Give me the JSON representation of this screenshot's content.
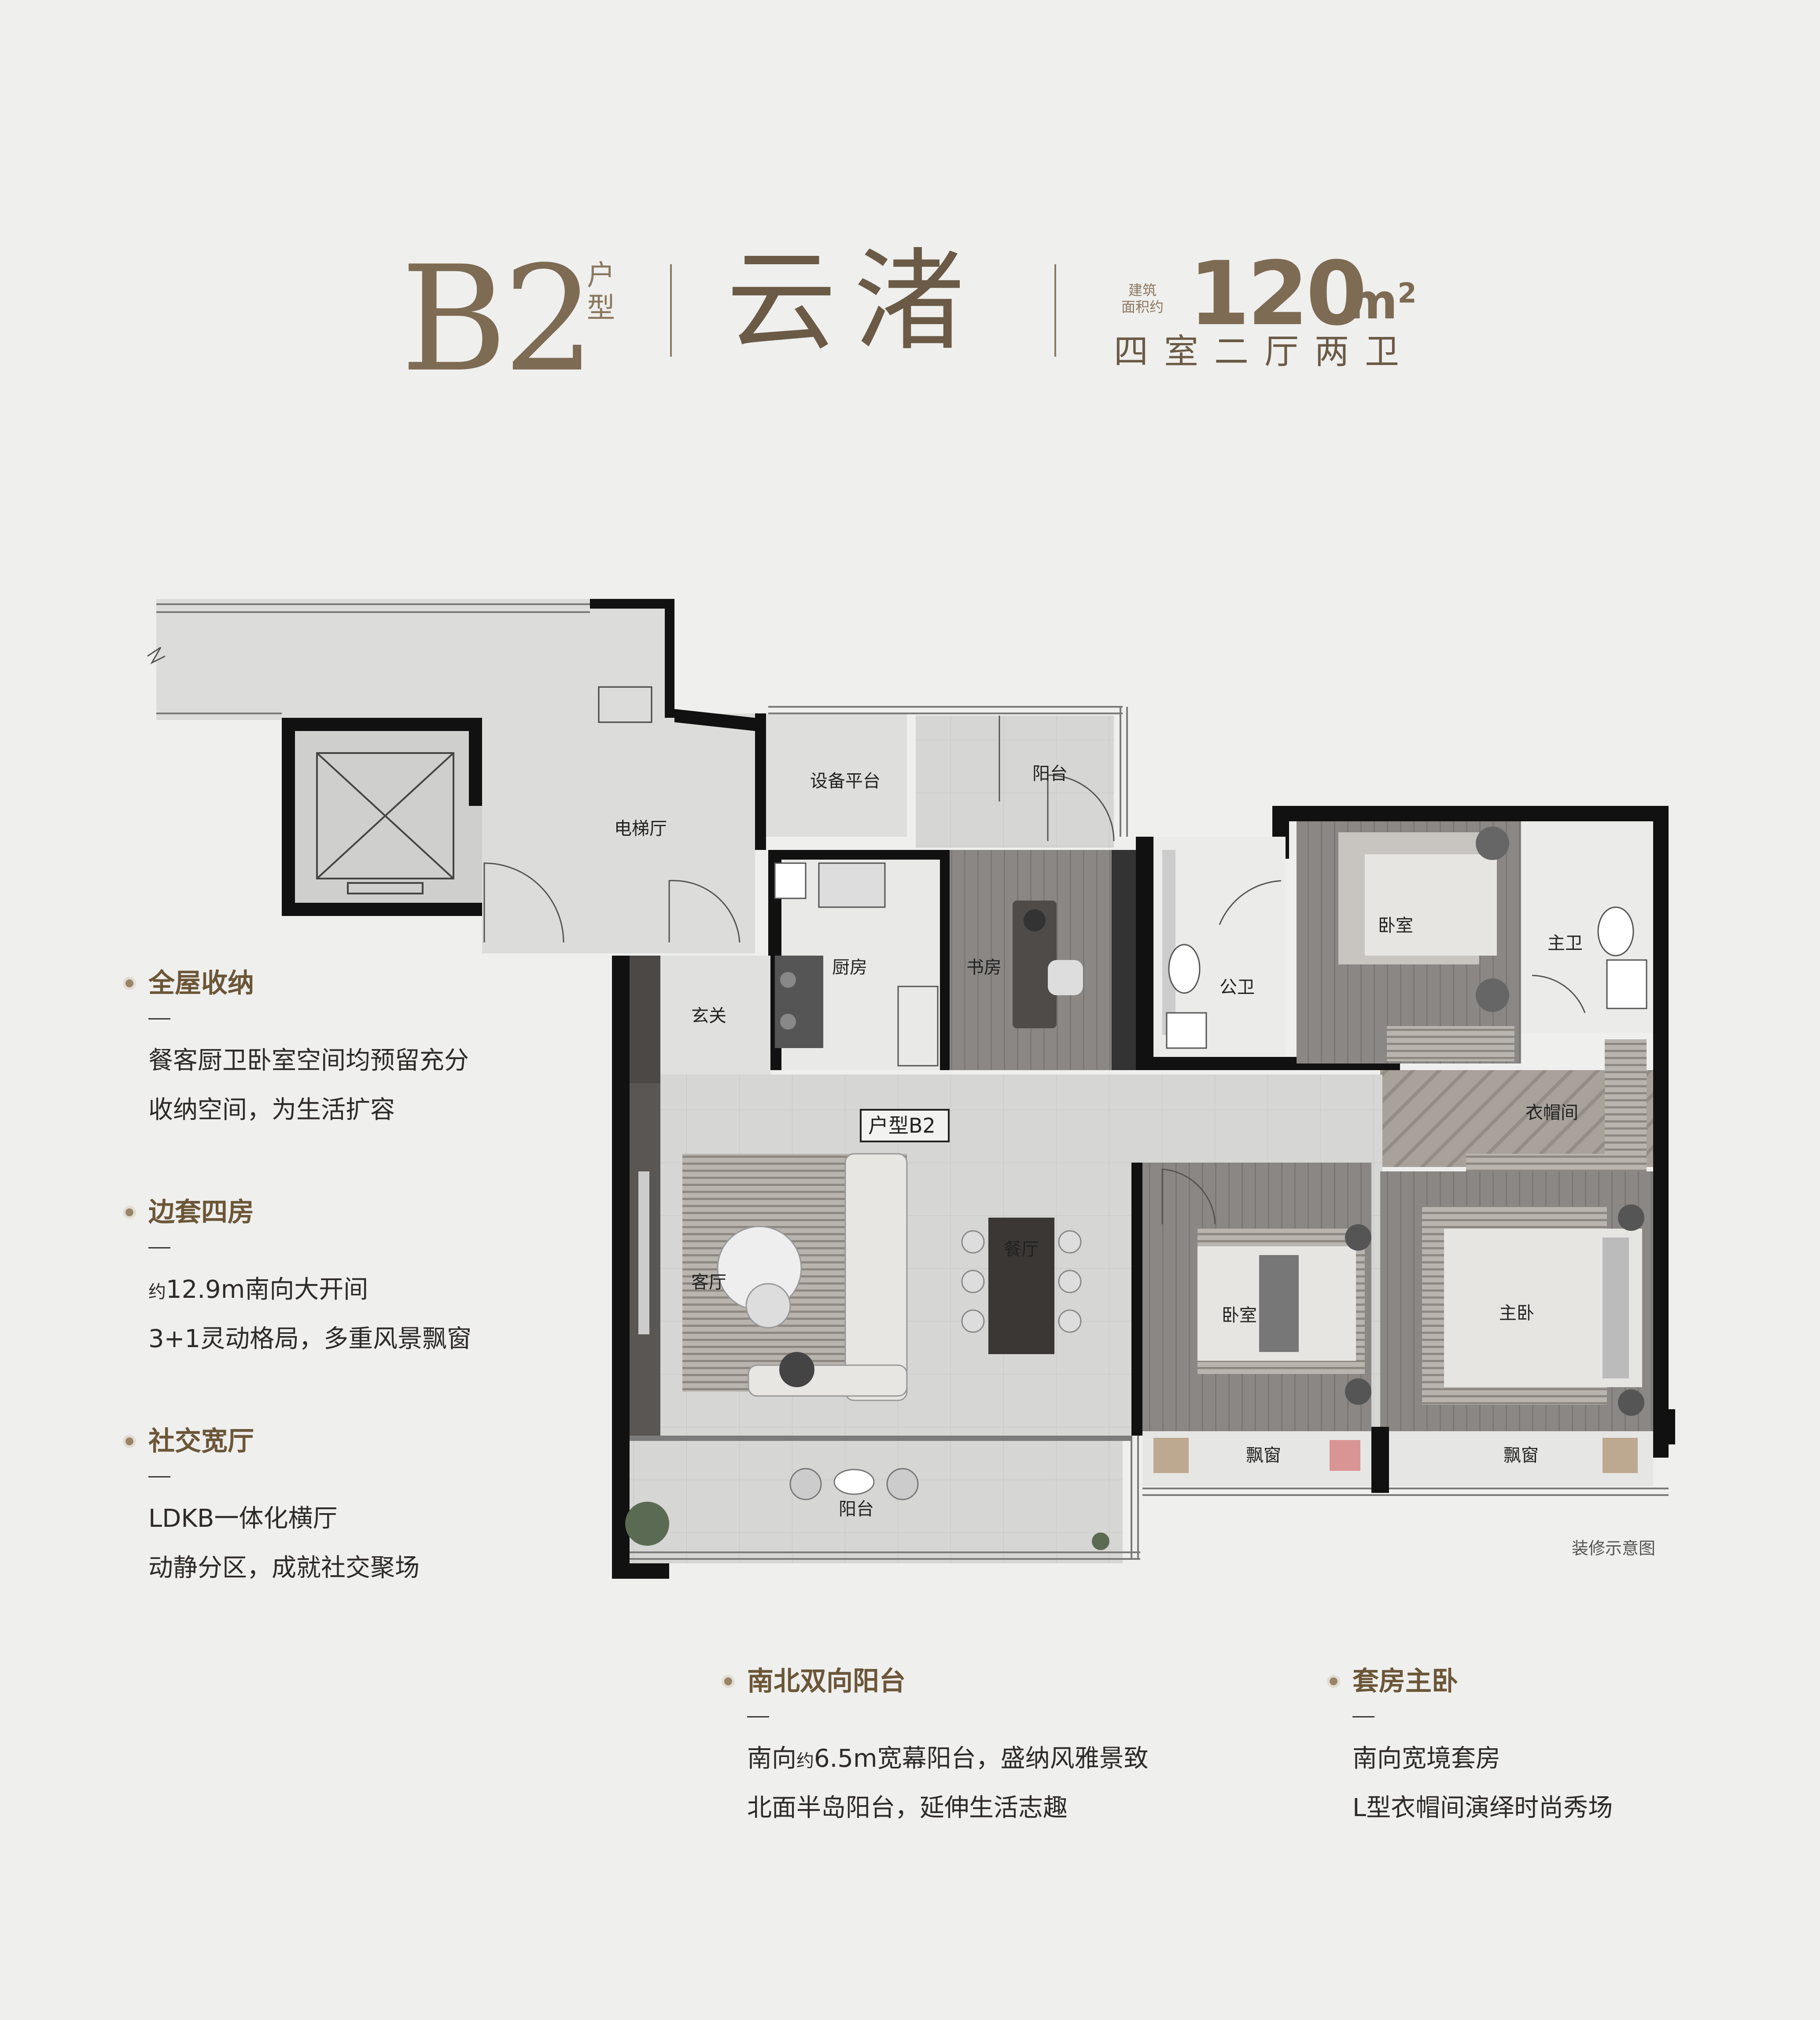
{
  "header": {
    "unit_code": "B2",
    "unit_code_label": "户型",
    "project_name": "云渚",
    "area_caption_lines": [
      "建筑",
      "面积约"
    ],
    "area_value": "120",
    "area_unit": "m",
    "area_unit_sup": "2",
    "layout": "四室二厅两卫"
  },
  "plan": {
    "unit_tag": "户型B2",
    "rooms": {
      "elevator_hall": "电梯厅",
      "equipment_platform": "设备平台",
      "north_balcony": "阳台",
      "kitchen": "厨房",
      "study": "书房",
      "foyer": "玄关",
      "public_bath": "公卫",
      "bedroom_north": "卧室",
      "master_bath": "主卫",
      "walk_in_closet": "衣帽间",
      "living_room": "客厅",
      "dining_room": "餐厅",
      "bedroom_south": "卧室",
      "master_bedroom": "主卧",
      "bay_window_1": "飘窗",
      "bay_window_2": "飘窗",
      "south_balcony": "阳台"
    },
    "note": "装修示意图"
  },
  "features": [
    {
      "title": "全屋收纳",
      "line1": "餐客厨卫卧室空间均预留充分",
      "line2": "收纳空间，为生活扩容"
    },
    {
      "title": "边套四房",
      "line1_prefix": "约",
      "line1": "12.9m南向大开间",
      "line2": "3+1灵动格局，多重风景飘窗"
    },
    {
      "title": "社交宽厅",
      "line1": "LDKB一体化横厅",
      "line2": "动静分区，成就社交聚场"
    },
    {
      "title": "南北双向阳台",
      "line1_a": "南向",
      "line1_small": "约",
      "line1_b": "6.5m宽幕阳台，盛纳风雅景致",
      "line2": "北面半岛阳台，延伸生活志趣"
    },
    {
      "title": "套房主卧",
      "line1": "南向宽境套房",
      "line2": "L型衣帽间演绎时尚秀场"
    }
  ]
}
